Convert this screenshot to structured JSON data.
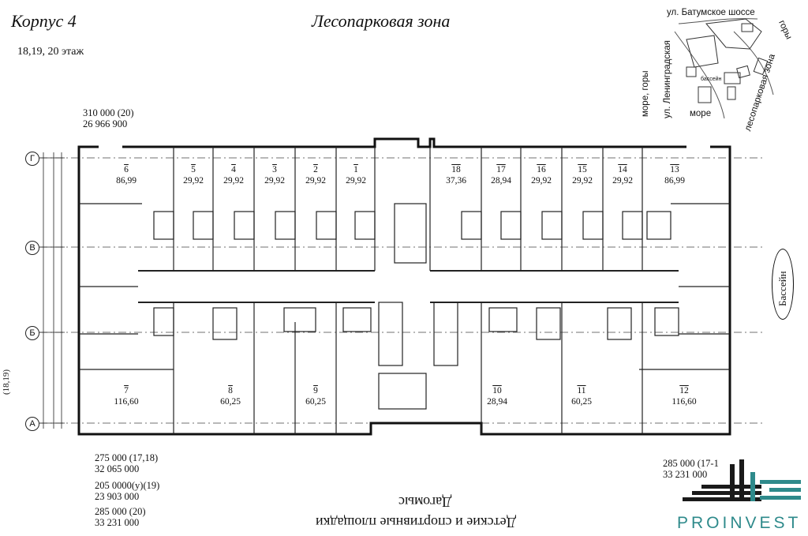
{
  "header": {
    "building": "Корпус 4",
    "zone_top": "Лесопарковая зона",
    "floors": "18,19, 20 этаж"
  },
  "site_map": {
    "street_top": "ул. Батумское шоссе",
    "mountains_right": "горы",
    "sea_mountains": "море, горы",
    "street_left": "ул. Ленинградская",
    "sea": "море",
    "forest_zone": "лесопарковая зона",
    "pool_small": "бассейн"
  },
  "prices": {
    "top_left": {
      "line1": "310 000 (20)",
      "line2": "26 966 900"
    },
    "bottom_left": [
      {
        "line1": "275 000 (17,18)",
        "line2": "32 065 000"
      },
      {
        "line1": "205 0000(у)(19)",
        "line2": "23 903 000"
      },
      {
        "line1": "285 000 (20)",
        "line2": "33 231 000"
      }
    ],
    "bottom_right": {
      "line1": "285 000 (17-1",
      "line2": "33 231 000"
    }
  },
  "side_labels": {
    "floors_vertical": "(18,19)",
    "pool": "Бассейн"
  },
  "bottom_text": {
    "line1": "Дагомыс",
    "line2": "Детские и спортивные площадки"
  },
  "axes": [
    "Г",
    "В",
    "Б",
    "А"
  ],
  "units_top": [
    {
      "num": "6",
      "area": "86,99"
    },
    {
      "num": "5",
      "area": "29,92"
    },
    {
      "num": "4",
      "area": "29,92"
    },
    {
      "num": "3",
      "area": "29,92"
    },
    {
      "num": "2",
      "area": "29,92"
    },
    {
      "num": "1",
      "area": "29,92"
    },
    {
      "num": "18",
      "area": "37,36"
    },
    {
      "num": "17",
      "area": "28,94"
    },
    {
      "num": "16",
      "area": "29,92"
    },
    {
      "num": "15",
      "area": "29,92"
    },
    {
      "num": "14",
      "area": "29,92"
    },
    {
      "num": "13",
      "area": "86,99"
    }
  ],
  "units_bottom": [
    {
      "num": "7",
      "area": "116,60"
    },
    {
      "num": "8",
      "area": "60,25"
    },
    {
      "num": "9",
      "area": "60,25"
    },
    {
      "num": "10",
      "area": "28,94"
    },
    {
      "num": "11",
      "area": "60,25"
    },
    {
      "num": "12",
      "area": "116,60"
    }
  ],
  "brand": {
    "name": "PROINVEST",
    "color": "#2e8a8b"
  }
}
